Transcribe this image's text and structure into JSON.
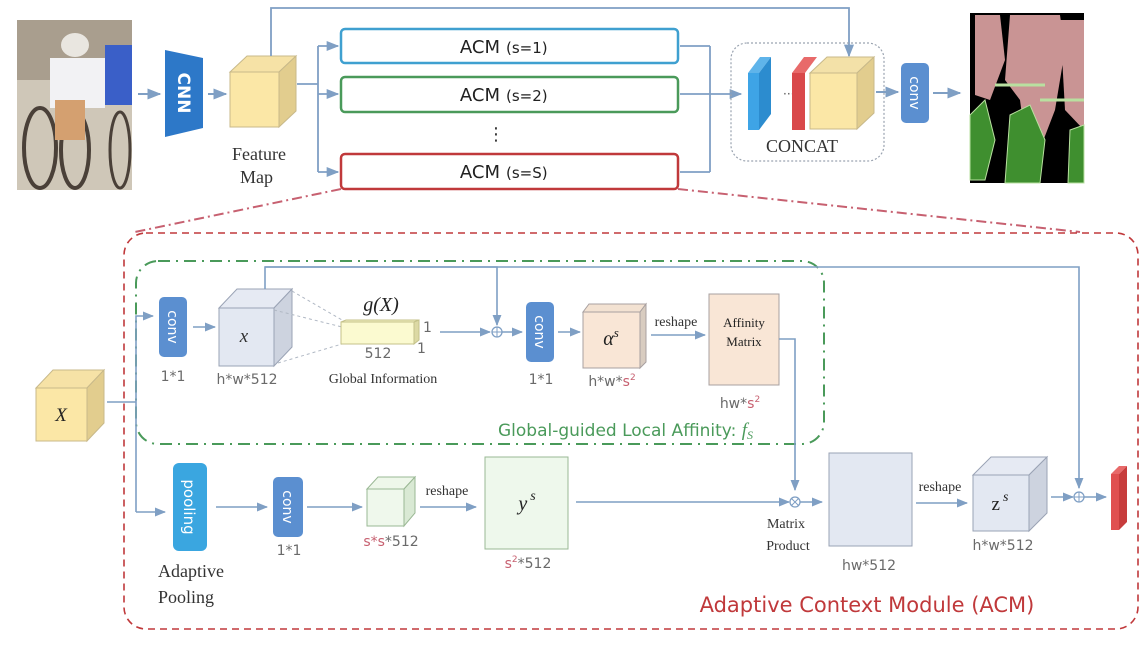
{
  "top": {
    "input_image_label": "input-photo-cyclists",
    "cnn_label": "CNN",
    "feature_map_label_line1": "Feature",
    "feature_map_label_line2": "Map",
    "acm_boxes": [
      {
        "label": "ACM",
        "param": "(s=1)",
        "color": "#3fa0d0"
      },
      {
        "label": "ACM",
        "param": "(s=2)",
        "color": "#4a9a5a"
      },
      {
        "label": "ACM",
        "param": "(s=S)",
        "color": "#c0393b"
      }
    ],
    "ellipsis": "⋮",
    "concat_label": "CONCAT",
    "concat_dots": "···",
    "conv_label": "conv",
    "output_image_label": "segmentation-map"
  },
  "acm": {
    "title": "Adaptive Context Module (ACM)",
    "title_color": "#c0393b",
    "input_label": "X",
    "gla": {
      "title": "Global-guided Local Affinity: ",
      "title_symbol": "f",
      "title_sub": "S",
      "title_color": "#4a9a5a",
      "conv1_label": "conv",
      "conv1_size": "1*1",
      "x_label": "x",
      "x_size": "h*w*512",
      "gx_label": "g(X)",
      "gx_dim_w": "512",
      "gx_dim_h": "1",
      "gx_dim_d": "1",
      "gx_caption": "Global Information",
      "conv2_label": "conv",
      "conv2_size": "1*1",
      "alpha_label": "α",
      "alpha_sup": "s",
      "alpha_size_prefix": "h*w*",
      "alpha_size_s": "s",
      "alpha_size_sup": "2",
      "reshape1": "reshape",
      "affinity_line1": "Affinity",
      "affinity_line2": "Matrix",
      "affinity_size_prefix": "hw*",
      "affinity_size_s": "s",
      "affinity_size_sup": "2"
    },
    "bottom": {
      "pooling_label": "pooling",
      "pooling_caption_line1": "Adaptive",
      "pooling_caption_line2": "Pooling",
      "conv3_label": "conv",
      "conv3_size": "1*1",
      "small_cube_size_s": "s*s",
      "small_cube_size_rest": "*512",
      "reshape2": "reshape",
      "y_label": "y",
      "y_sup": "s",
      "y_size_s": "s",
      "y_size_sup": "2",
      "y_size_rest": "*512",
      "product_line1": "Matrix",
      "product_line2": "Product",
      "hw_size": "hw*512",
      "reshape3": "reshape",
      "z_label": "z",
      "z_sup": "s",
      "z_size": "h*w*512"
    }
  },
  "colors": {
    "arrow": "#7f9fc4",
    "conv_fill": "#5b8fd0",
    "pooling_fill": "#3aa6e0",
    "cnn_fill": "#2d78c8",
    "feature_cube": "#fbe7a6",
    "red_accent": "#c0393b",
    "pink_accent": "#c76070"
  }
}
